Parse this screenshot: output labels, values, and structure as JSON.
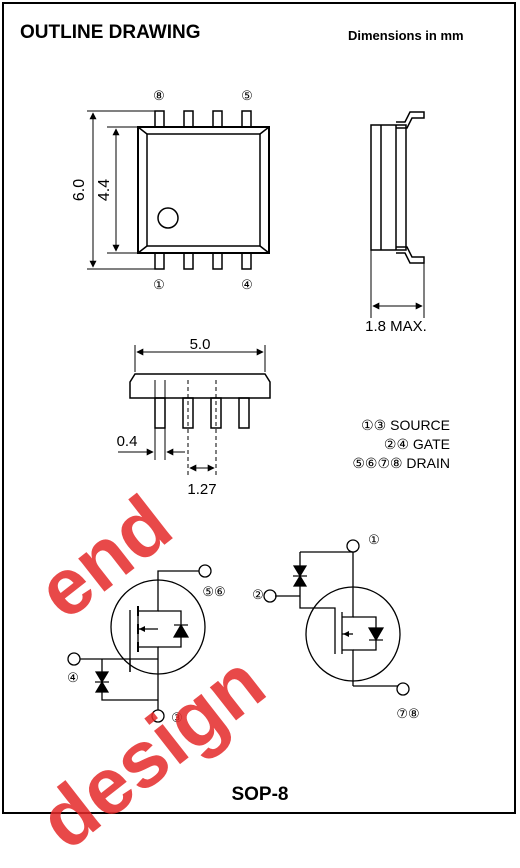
{
  "header": {
    "title": "OUTLINE DRAWING",
    "units": "Dimensions in mm"
  },
  "top_view": {
    "pin_top_label": "⑧",
    "pin_top_right_label": "⑤",
    "pin_bottom_left_label": "①",
    "pin_bottom_right_label": "④",
    "dim_outer": "6.0",
    "dim_inner": "4.4"
  },
  "side_view": {
    "dim_height": "1.8 MAX."
  },
  "front_view": {
    "dim_length": "5.0",
    "dim_lead_width": "0.4",
    "dim_pitch": "1.27"
  },
  "pin_legend": [
    "①③ SOURCE",
    "②④ GATE",
    "⑤⑥⑦⑧ DRAIN"
  ],
  "schematic": {
    "left_drain": "⑤⑥",
    "left_gate": "④",
    "left_source": "③",
    "right_source": "①",
    "right_gate": "②",
    "right_drain": "⑦⑧"
  },
  "watermark": {
    "line1": "end",
    "line2": "design",
    "color": "#e52a2a"
  },
  "package": "SOP-8"
}
